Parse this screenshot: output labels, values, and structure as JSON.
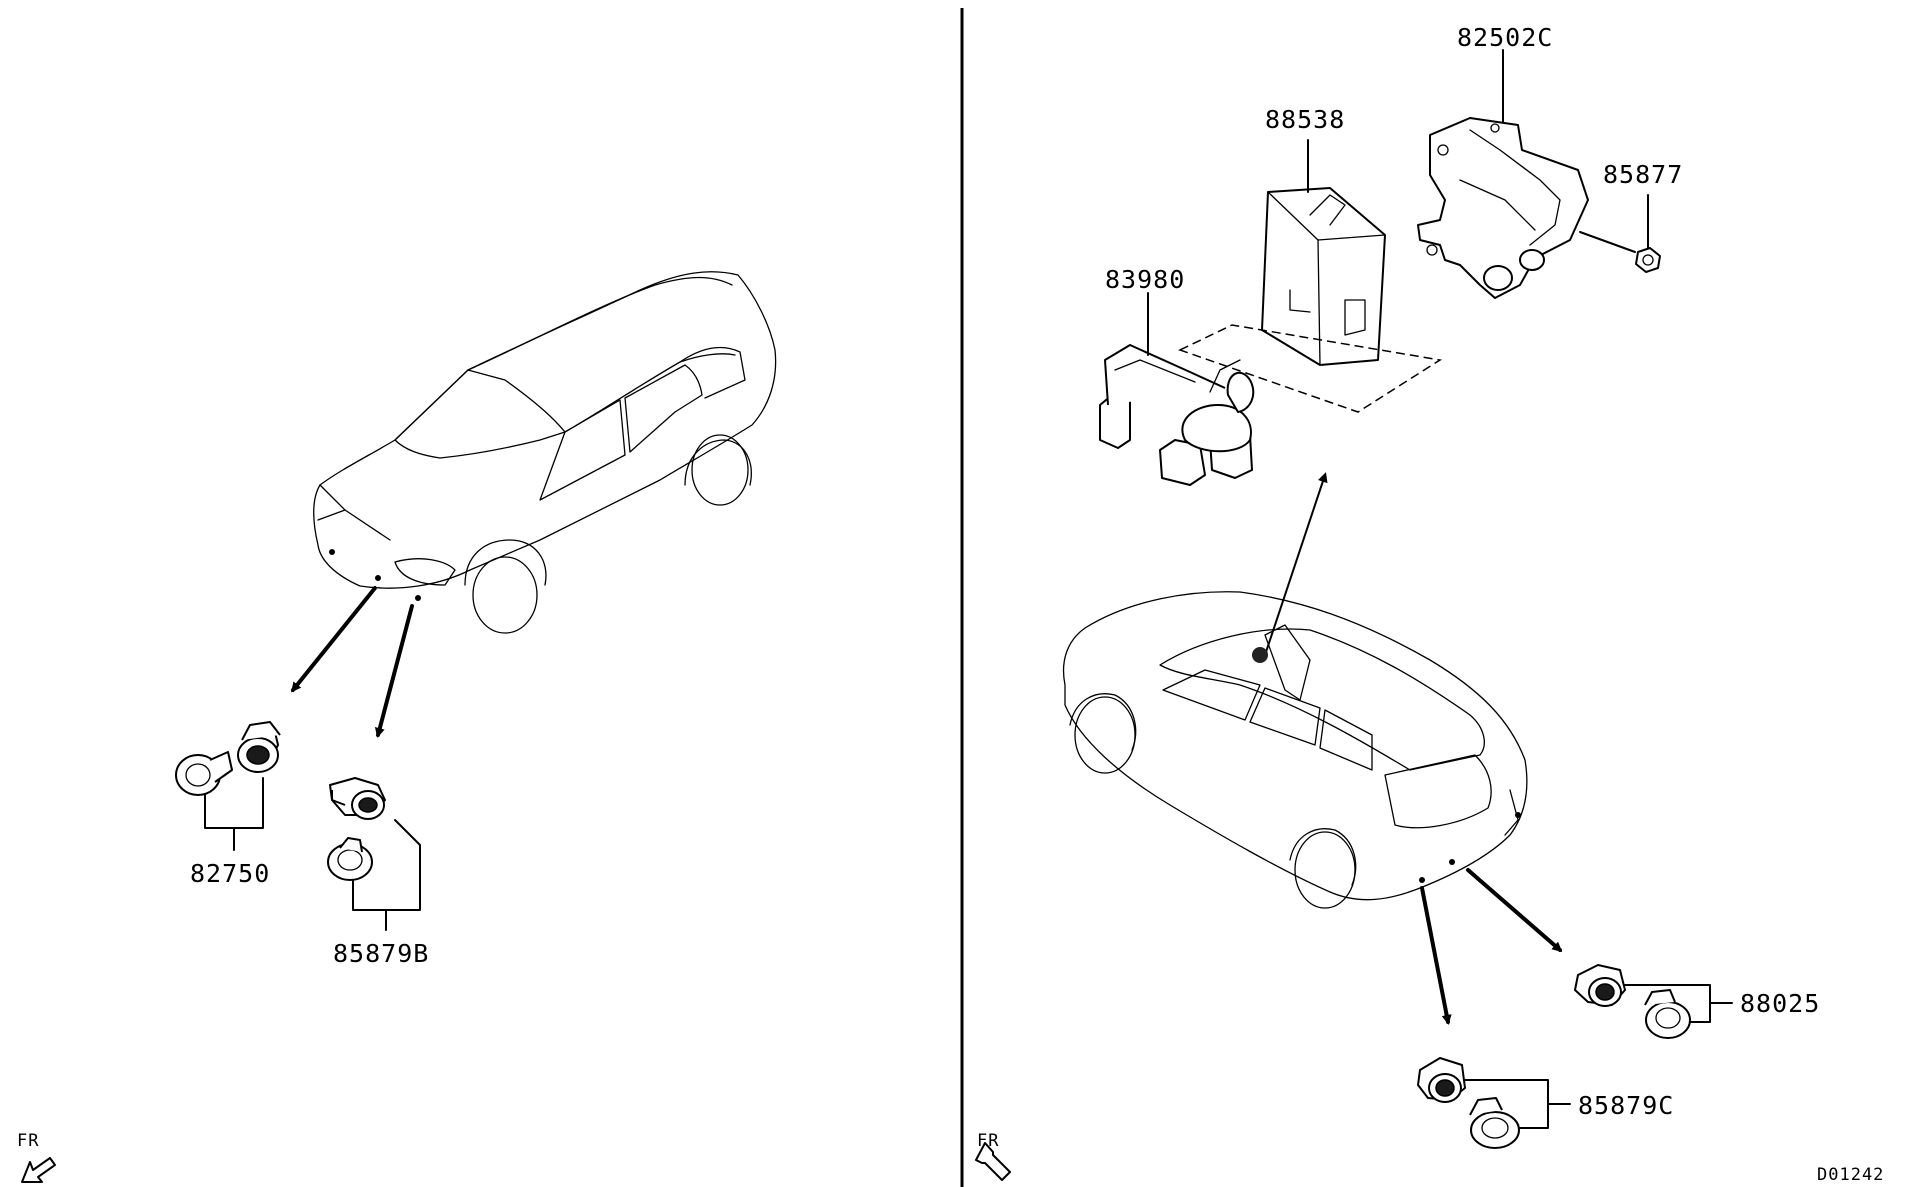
{
  "labels": {
    "p82750": "82750",
    "p85879b": "85879B",
    "p88538": "88538",
    "p82502c": "82502C",
    "p85877": "85877",
    "p83980": "83980",
    "p88025": "88025",
    "p85879c": "85879C",
    "fr_left": "FR",
    "fr_right": "FR",
    "diagram_id": "D01242"
  }
}
